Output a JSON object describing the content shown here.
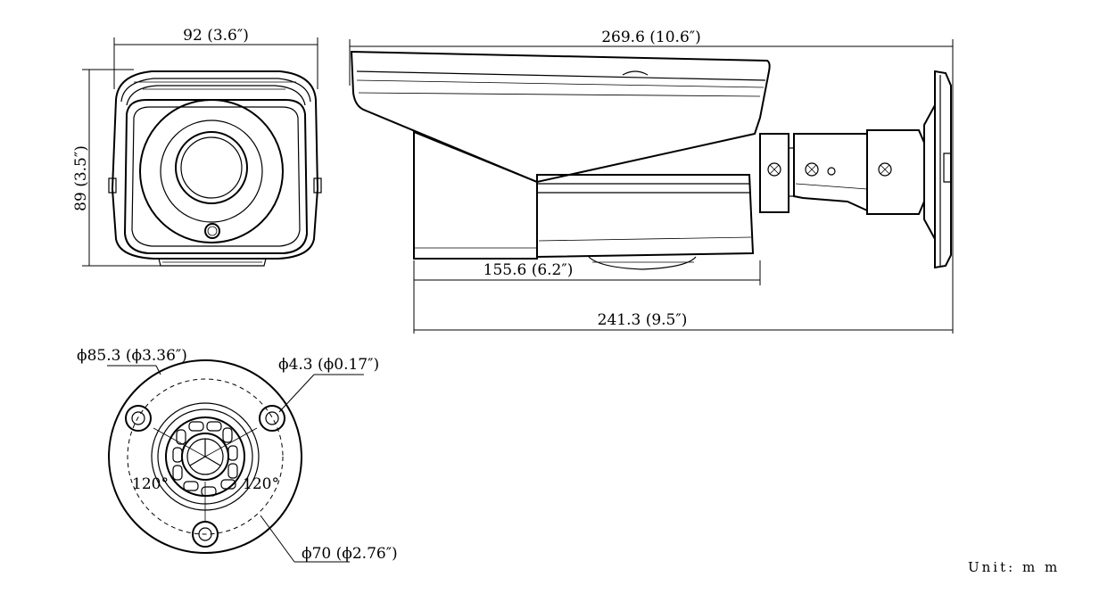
{
  "dimensions": {
    "front_width": "92 (3.6″)",
    "front_height": "89 (3.5″)",
    "side_total_length": "269.6 (10.6″)",
    "side_body_length": "155.6 (6.2″)",
    "side_length_to_mount": "241.3 (9.5″)",
    "base_outer_diameter": "ϕ85.3  (ϕ3.36″)",
    "base_hole_diameter": "ϕ4.3  (ϕ0.17″)",
    "base_circle_diameter": "ϕ70  (ϕ2.76″)",
    "angle_left": "120°",
    "angle_right": "120°"
  },
  "unit_label": "Unit: m m",
  "colors": {
    "line": "#000000",
    "background": "#ffffff"
  }
}
